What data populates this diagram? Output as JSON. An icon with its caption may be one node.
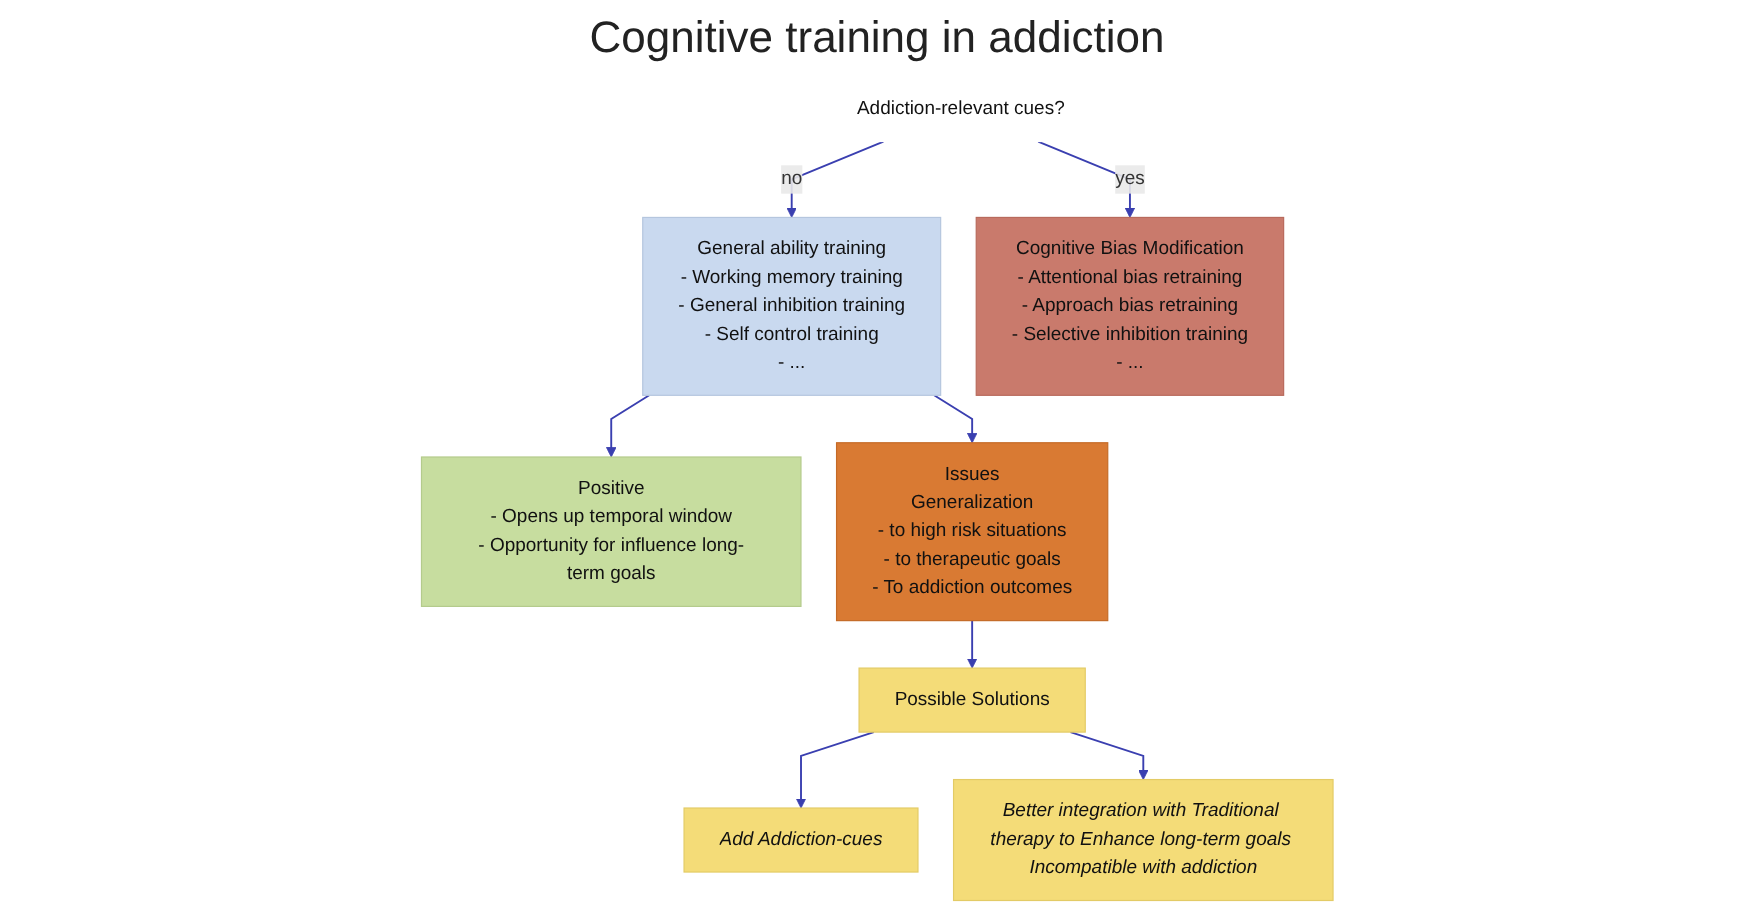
{
  "diagram": {
    "title": "Cognitive training in addiction",
    "nodes": [
      {
        "text": [
          "Addiction-relevant cues?"
        ]
      },
      {
        "text": [
          "General ability training",
          "- Working memory training",
          "- General inhibition training",
          "- Self control training",
          "- ..."
        ]
      },
      {
        "text": [
          "Cognitive Bias Modification",
          "- Attentional bias retraining",
          "- Approach bias retraining",
          "- Selective inhibition training",
          "- ..."
        ]
      },
      {
        "text": [
          "Positive",
          "- Opens up temporal window",
          "- Opportunity for influence long-term goals"
        ]
      },
      {
        "text": [
          "Issues",
          "Generalization",
          "- to high risk situations",
          "- to therapeutic goals",
          "- To addiction outcomes"
        ]
      },
      {
        "text": [
          "Possible Solutions"
        ]
      },
      {
        "text": [
          "Add Addiction-cues"
        ]
      },
      {
        "text": [
          "Better integration with Traditional therapy to Enhance long-term goals Incompatible with addiction"
        ]
      }
    ],
    "edges": [
      {
        "from": 0,
        "to": 1,
        "label": "no",
        "arrow": "to"
      },
      {
        "from": 0,
        "to": 2,
        "label": "yes",
        "arrow": "to"
      },
      {
        "from": 1,
        "to": 3,
        "arrow": "to"
      },
      {
        "from": 1,
        "to": 4,
        "arrow": "to"
      },
      {
        "from": 4,
        "to": 5,
        "arrow": "to"
      },
      {
        "from": 5,
        "to": 6,
        "arrow": "to"
      },
      {
        "from": 5,
        "to": 7,
        "arrow": "to"
      }
    ]
  }
}
